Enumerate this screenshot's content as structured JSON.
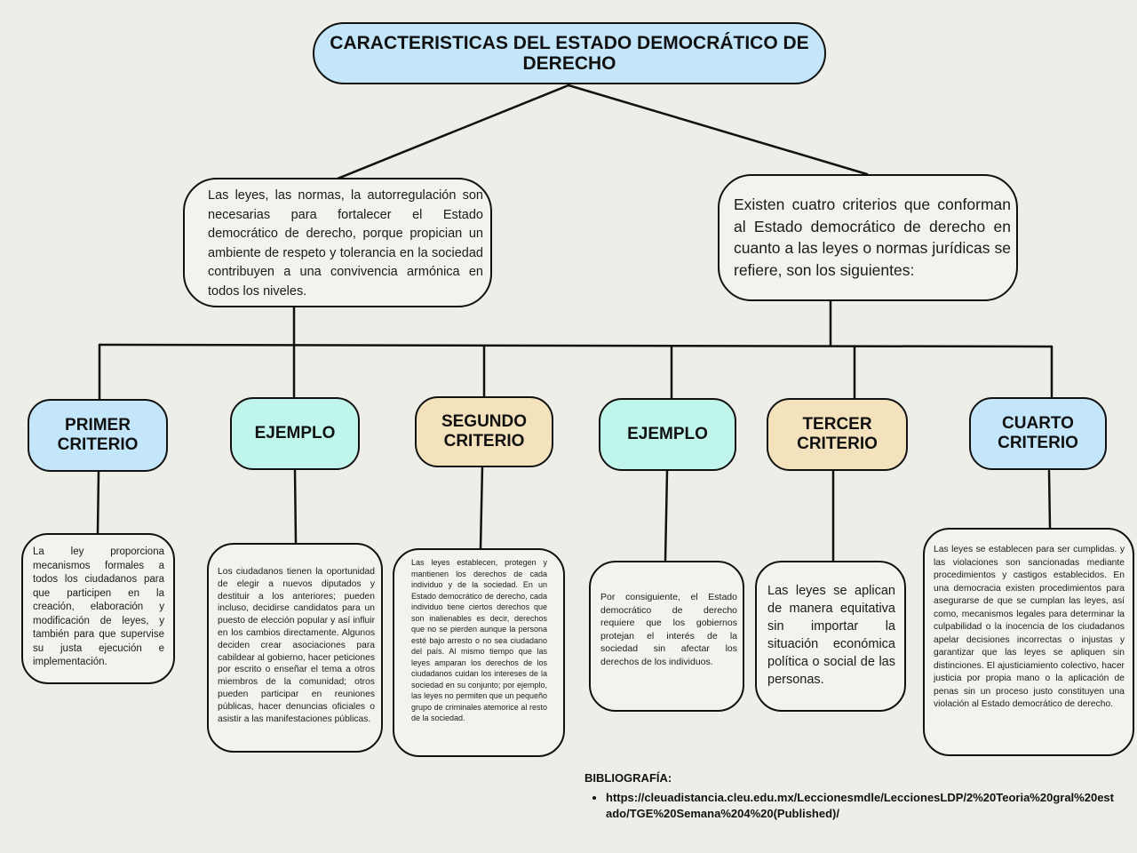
{
  "title": "CARACTERISTICAS DEL ESTADO DEMOCRÁTICO DE DERECHO",
  "intro_left": "Las leyes, las normas, la autorregulación son necesarias para fortalecer el Estado democrático de derecho, porque propician un ambiente de respeto y tolerancia en la sociedad contribuyen a una convivencia armónica en todos los niveles.",
  "intro_right": "Existen cuatro criterios que conforman al Estado democrático de derecho en cuanto a las leyes o normas jurídicas se refiere, son los siguientes:",
  "nodes": [
    {
      "label": "PRIMER CRITERIO",
      "color": "#c3e6fa",
      "detail": "La ley proporciona mecanismos formales a todos los ciudadanos para que participen en la creación, elaboración y modificación de leyes, y también para que supervise su justa ejecución e implementación."
    },
    {
      "label": "EJEMPLO",
      "color": "#bff5ea",
      "detail": "Los ciudadanos tienen la oportunidad de elegir a nuevos diputados y destituir a los anteriores; pueden incluso, decidirse candidatos para un puesto de elección popular y así influir en los cambios directamente. Algunos deciden crear asociaciones para cabildear al gobierno, hacer peticiones por escrito o enseñar el tema a otros miembros de la comunidad; otros pueden participar en reuniones públicas, hacer denuncias oficiales o asistir a las manifestaciones públicas."
    },
    {
      "label": "SEGUNDO CRITERIO",
      "color": "#f4e2bd",
      "detail": "Las leyes establecen, protegen y mantienen los derechos de cada individuo y de la sociedad. En un Estado democrático de derecho, cada individuo tiene ciertos derechos que son inalienables es decir, derechos que no se pierden aunque la persona esté bajo arresto o no sea ciudadano del país. Al mismo tiempo que las leyes amparan los derechos de los ciudadanos cuidan los intereses de la sociedad en su conjunto; por ejemplo, las leyes no permiten que un pequeño grupo de criminales atemorice al resto de la sociedad."
    },
    {
      "label": "EJEMPLO",
      "color": "#bff5ea",
      "detail": "Por consiguiente, el Estado democrático de derecho requiere que los gobiernos protejan el interés de la sociedad sin afectar los derechos de los individuos."
    },
    {
      "label": "TERCER CRITERIO",
      "color": "#f4e2bd",
      "detail": "Las leyes se aplican de manera equitativa sin importar la situación económica política o social de las personas."
    },
    {
      "label": "CUARTO CRITERIO",
      "color": "#c3e6fa",
      "detail": "Las leyes se establecen para ser cumplidas. y las violaciones son sancionadas mediante procedimientos y castigos establecidos. En una democracia existen procedimientos para asegurarse de que se cumplan las leyes, así como, mecanismos legales para determinar la culpabilidad o la inocencia de los ciudadanos apelar decisiones incorrectas o injustas y garantizar que las leyes se apliquen sin distinciones. El ajusticiamiento colectivo, hacer justicia por propia mano o la aplicación de penas sin un proceso justo constituyen una violación al Estado democrático de derecho."
    }
  ],
  "bibliography": {
    "heading": "BIBLIOGRAFÍA:",
    "items": [
      "https://cleuadistancia.cleu.edu.mx/Leccionesmdle/LeccionesLDP/2%20Teoria%20gral%20estado/TGE%20Semana%204%20(Published)/"
    ]
  }
}
